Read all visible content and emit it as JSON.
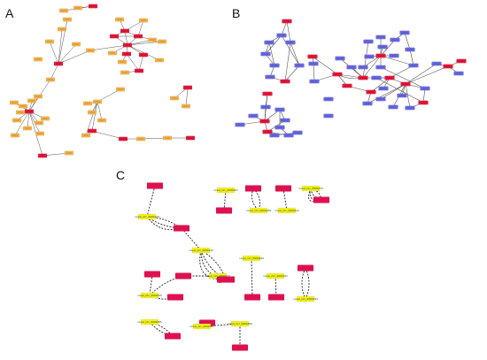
{
  "figure": {
    "panels": [
      {
        "id": "A",
        "letter": "A"
      },
      {
        "id": "B",
        "letter": "B"
      },
      {
        "id": "C",
        "letter": "C"
      }
    ],
    "colors": {
      "mirna_node": "#e8173b",
      "mrna_node_A": "#f5b24a",
      "mrna_node_B": "#6a6ae6",
      "circrna_node_C": "#f2f21c",
      "mirna_node_C": "#e01050",
      "edge_solid": "#555555",
      "edge_dashed": "#222222"
    },
    "panelC_labels": [
      "novel_circ_0000123",
      "novel_circ_0000145",
      "novel_circ_0000167",
      "novel_circ_0000189",
      "novel_circ_0000211",
      "novel_circ_0000233",
      "novel_circ_0000255",
      "novel_circ_0000277",
      "novel_circ_0000299",
      "novel_circ_0000321",
      "novel_circ_0000343",
      "novel_circ_0000365",
      "novel_circ_0000387",
      "novel_circ_0000409",
      "novel_circ_0000431",
      "novel_circ_0000453",
      "novel_circ_0000475"
    ]
  }
}
